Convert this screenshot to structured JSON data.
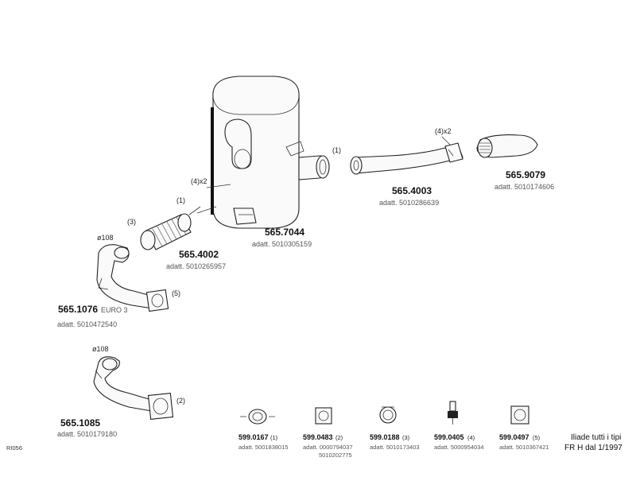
{
  "parts": {
    "silencer": {
      "number": "565.7044",
      "adatt": "adatt. 5010305159"
    },
    "front_pipe": {
      "number": "565.4003",
      "adatt": "adatt. 5010286639",
      "qty": "(4)x2"
    },
    "tail_pipe": {
      "number": "565.9079",
      "adatt": "adatt. 5010174606"
    },
    "flex_pipe": {
      "number": "565.4002",
      "adatt": "adatt. 5010265957"
    },
    "inlet_pipe_euro3": {
      "number": "565.1076",
      "suffix": "EURO 3",
      "adatt": "adatt. 5010472540",
      "diameter": "ø108"
    },
    "inlet_pipe": {
      "number": "565.1085",
      "adatt": "adatt. 5010179180",
      "diameter": "ø108"
    }
  },
  "callouts": {
    "c1_silencer_outlet": "(1)",
    "c4x2_silencer": "(4)x2",
    "c1_flex": "(1)",
    "c3_flex": "(3)",
    "c5_inlet": "(5)",
    "c2_inlet": "(2)"
  },
  "accessories": [
    {
      "number": "599.0167",
      "ref": "(1)",
      "adatt": "adatt. 5001838015",
      "adatt2": "",
      "icon": "clamp-ring-icon"
    },
    {
      "number": "599.0483",
      "ref": "(2)",
      "adatt": "adatt. 0000794037",
      "adatt2": "5010202775",
      "icon": "square-gasket-icon"
    },
    {
      "number": "599.0188",
      "ref": "(3)",
      "adatt": "adatt. 5010173403",
      "adatt2": "",
      "icon": "band-clamp-icon"
    },
    {
      "number": "599.0405",
      "ref": "(4)",
      "adatt": "adatt. 5000954034",
      "adatt2": "",
      "icon": "bolt-nut-icon"
    },
    {
      "number": "599.0497",
      "ref": "(5)",
      "adatt": "adatt. 5010367421",
      "adatt2": "",
      "icon": "square-flange-gasket-icon"
    }
  ],
  "note": {
    "line1": "Iliade tutti i tipi",
    "line2": "FR H dal 1/1997"
  },
  "code": "RI056"
}
